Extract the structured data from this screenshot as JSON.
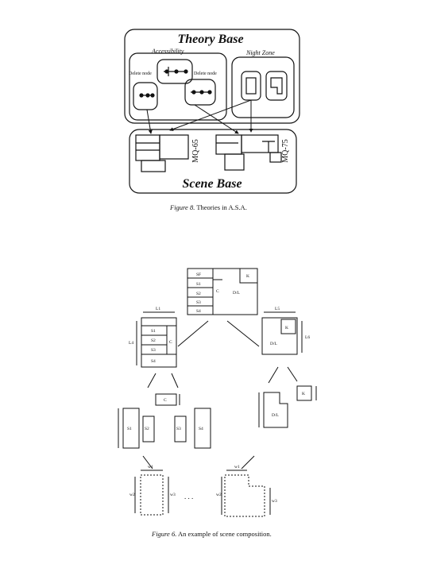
{
  "figure8": {
    "theory_base_title": "Theory Base",
    "accessibility_label": "Accessibility",
    "night_zone_label": "Night Zone",
    "delete_node_left": "Delete node",
    "delete_node_right": "Delete node",
    "model_left": "MQ-65",
    "model_right": "MQ-75",
    "scene_base_title": "Scene Base",
    "caption_label": "Figure 8.",
    "caption_text": "Theories in A.S.A."
  },
  "figure6": {
    "top_module": {
      "labels": [
        "SF",
        "S1",
        "S2",
        "S3",
        "S4"
      ],
      "c": "C",
      "dl": "D/L",
      "k": "K"
    },
    "left_module": {
      "width_label": "L1",
      "height_label": "L4",
      "labels": [
        "S1",
        "S2",
        "S3",
        "S4"
      ],
      "c": "C"
    },
    "right_module": {
      "width_label": "L5",
      "height_label": "L6",
      "dl": "D/L",
      "k": "K"
    },
    "left_parts": {
      "c": "C",
      "s1": "S1",
      "s2": "S2",
      "s3": "S3",
      "s4": "S4"
    },
    "right_parts": {
      "dl": "D/L",
      "k": "K"
    },
    "ellipsis": ". . .",
    "dim_w1": "w1",
    "dim_w2": "w2",
    "dim_w3": "w3",
    "caption_label": "Figure 6.",
    "caption_text": "An example of scene composition."
  }
}
